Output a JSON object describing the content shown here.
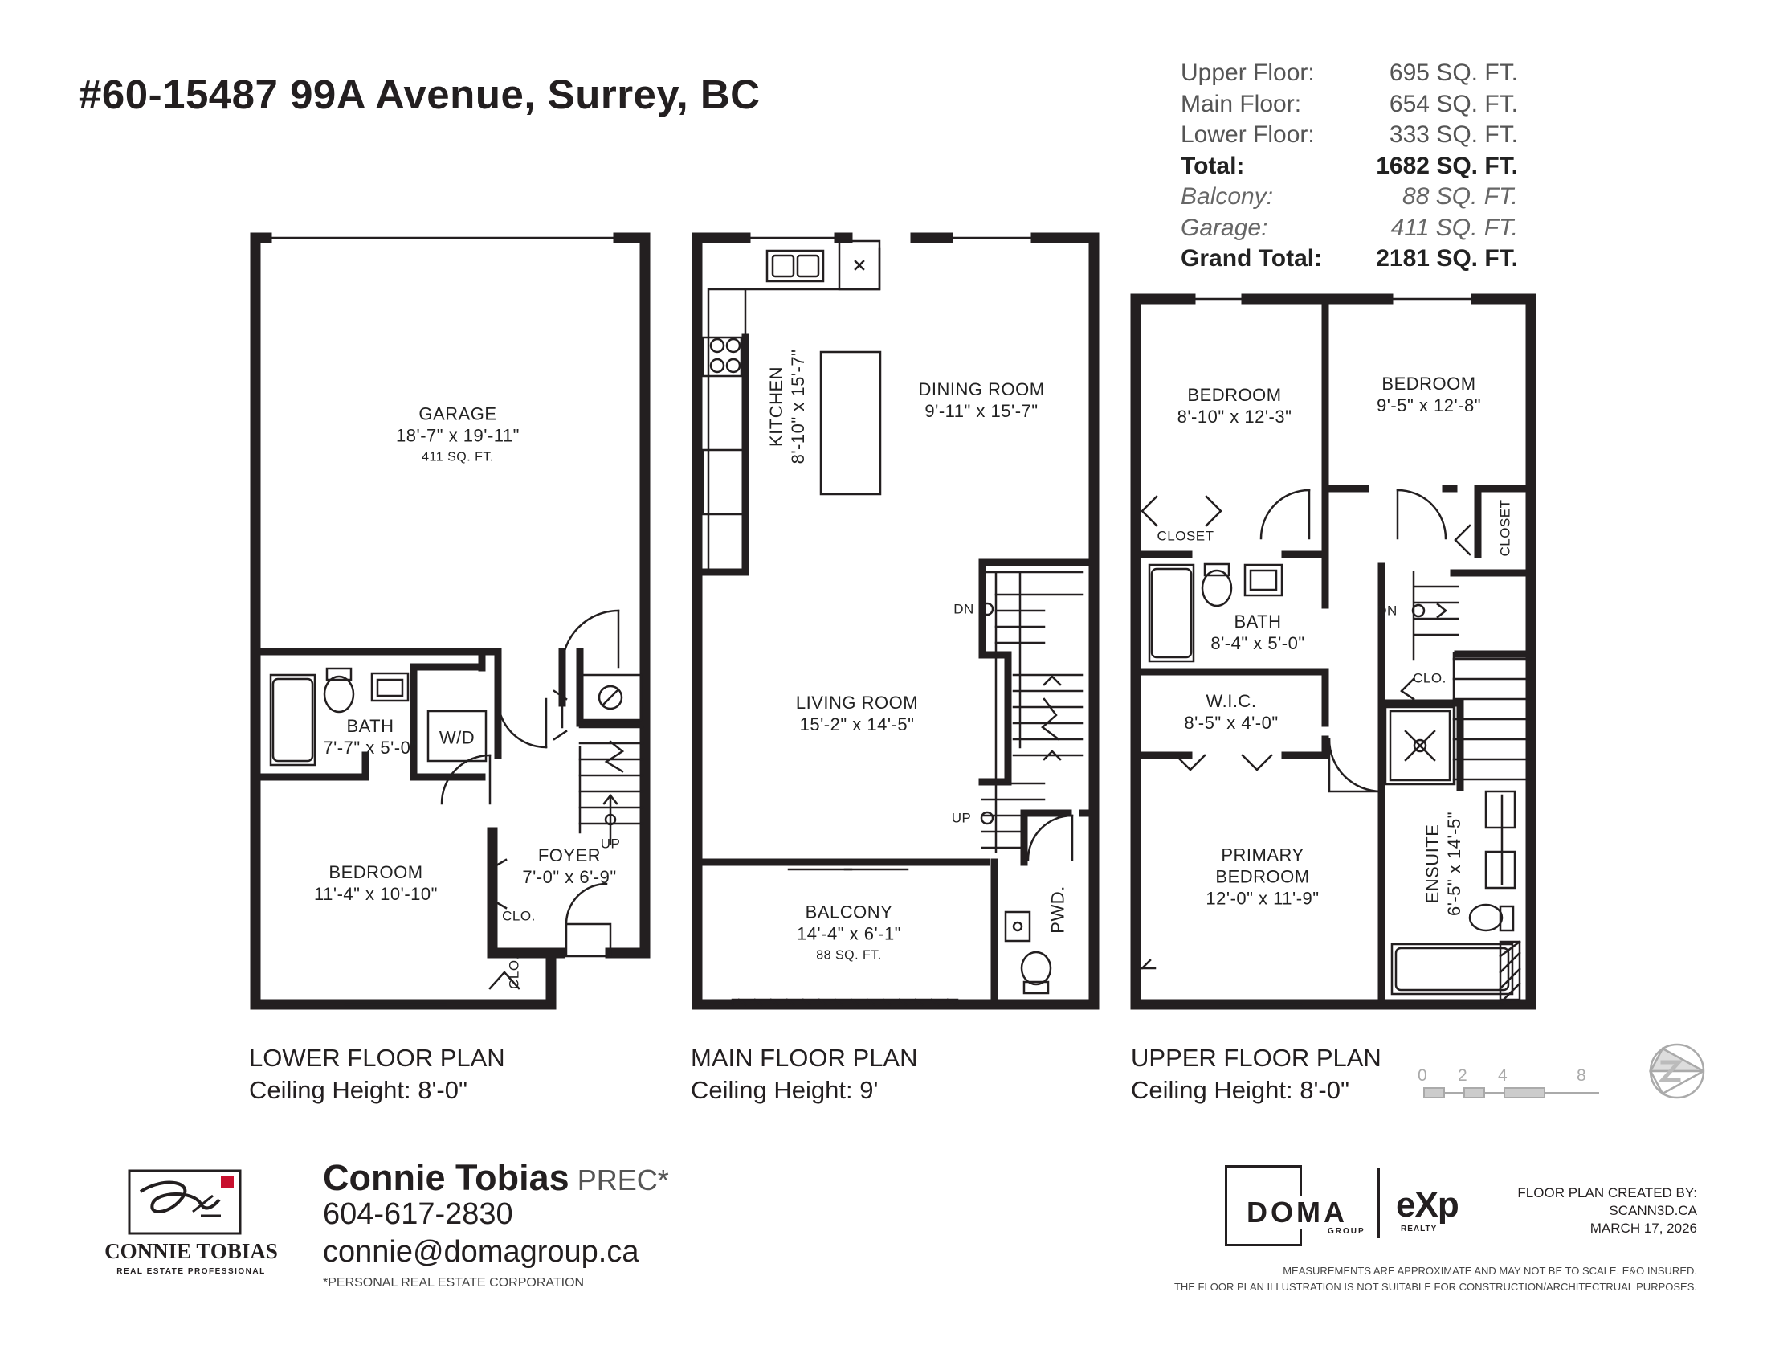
{
  "title": "#60-15487 99A Avenue, Surrey, BC",
  "areas": [
    {
      "label": "Upper Floor:",
      "value": "695 SQ. FT.",
      "style": "light"
    },
    {
      "label": "Main Floor:",
      "value": "654 SQ. FT.",
      "style": "light"
    },
    {
      "label": "Lower Floor:",
      "value": "333 SQ. FT.",
      "style": "light"
    },
    {
      "label": "Total:",
      "value": "1682 SQ. FT.",
      "style": "bold"
    },
    {
      "label": "Balcony:",
      "value": "88 SQ. FT.",
      "style": "ital"
    },
    {
      "label": "Garage:",
      "value": "411 SQ. FT.",
      "style": "ital"
    },
    {
      "label": "Grand Total:",
      "value": "2181 SQ. FT.",
      "style": "bold"
    }
  ],
  "lower": {
    "title": "LOWER FLOOR PLAN",
    "ceiling": "Ceiling Height: 8'-0\"",
    "garage": {
      "name": "GARAGE",
      "dims": "18'-7\" x 19'-11\"",
      "area": "411 SQ. FT."
    },
    "bath": {
      "name": "BATH",
      "dims": "7'-7\" x 5'-0\""
    },
    "wd": "W/D",
    "bedroom": {
      "name": "BEDROOM",
      "dims": "11'-4\" x 10'-10\""
    },
    "foyer": {
      "name": "FOYER",
      "dims": "7'-0\" x 6'-9\""
    },
    "clo1": "CLO.",
    "clo2": "CLO.",
    "up": "UP"
  },
  "main": {
    "title": "MAIN FLOOR PLAN",
    "ceiling": "Ceiling Height: 9'",
    "kitchen": {
      "name": "KITCHEN",
      "dims": "8'-10\" x 15'-7\""
    },
    "dining": {
      "name": "DINING ROOM",
      "dims": "9'-11\" x 15'-7\""
    },
    "living": {
      "name": "LIVING ROOM",
      "dims": "15'-2\" x 14'-5\""
    },
    "balcony": {
      "name": "BALCONY",
      "dims": "14'-4\" x 6'-1\"",
      "area": "88 SQ. FT."
    },
    "pwd": "PWD.",
    "dn": "DN",
    "up": "UP"
  },
  "upper": {
    "title": "UPPER FLOOR PLAN",
    "ceiling": "Ceiling Height: 8'-0\"",
    "bedroom1": {
      "name": "BEDROOM",
      "dims": "8'-10\" x 12'-3\""
    },
    "bedroom2": {
      "name": "BEDROOM",
      "dims": "9'-5\" x 12'-8\""
    },
    "closet1": "CLOSET",
    "closet2": "CLOSET",
    "bath": {
      "name": "BATH",
      "dims": "8'-4\" x 5'-0\""
    },
    "wic": {
      "name": "W.I.C.",
      "dims": "8'-5\" x 4'-0\""
    },
    "primary": {
      "name": "PRIMARY",
      "name2": "BEDROOM",
      "dims": "12'-0\" x 11'-9\""
    },
    "ensuite": {
      "name": "ENSUITE",
      "dims": "6'-5\" x 14'-5\""
    },
    "clo": "CLO.",
    "dn": "DN"
  },
  "scale": [
    "0",
    "2",
    "4",
    "8"
  ],
  "agent": {
    "name": "Connie Tobias",
    "designation": "PREC*",
    "phone": "604-617-2830",
    "email": "connie@domagroup.ca",
    "footnote": "*PERSONAL REAL ESTATE CORPORATION",
    "logo_name": "CONNIE TOBIAS",
    "logo_sub": "REAL ESTATE PROFESSIONAL"
  },
  "brand": {
    "doma": "DOMA",
    "doma_sub": "GROUP",
    "exp": "eXp",
    "exp_sub": "REALTY"
  },
  "credit": [
    "FLOOR PLAN CREATED BY:",
    "SCANN3D.CA",
    "MARCH 17, 2026"
  ],
  "disclaimer": [
    "MEASUREMENTS ARE APPROXIMATE AND MAY NOT BE TO SCALE. E&O INSURED.",
    "THE FLOOR PLAN ILLUSTRATION IS NOT SUITABLE FOR CONSTRUCTION/ARCHITECTRUAL PURPOSES."
  ],
  "colors": {
    "wall": "#231f20",
    "text": "#231f20",
    "muted": "#666666"
  }
}
